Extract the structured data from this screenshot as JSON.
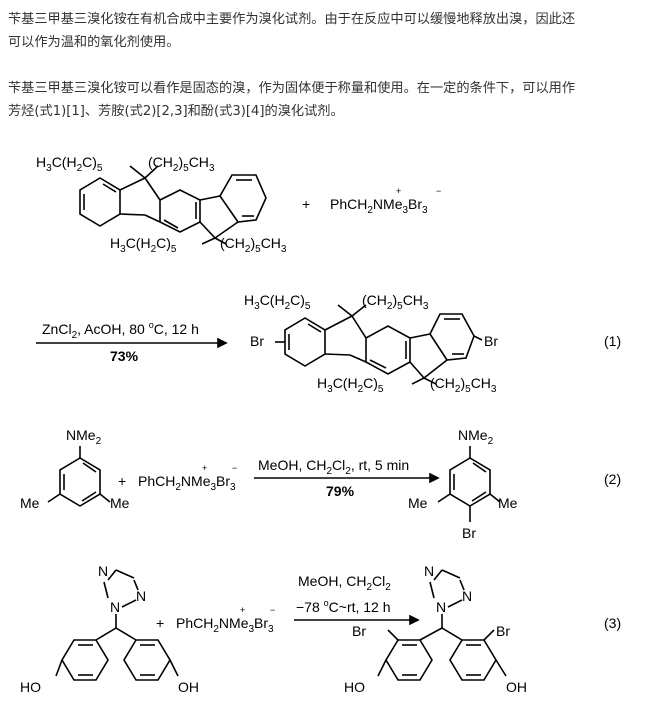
{
  "paragraphs": {
    "p1_line1": "苄基三甲基三溴化铵在有机合成中主要作为溴化试剂。由于在反应中可以缓慢地释放出溴，因此还",
    "p1_line2": "可以作为温和的氧化剂使用。",
    "p2_line1": "苄基三甲基三溴化铵可以看作是固态的溴，作为固体便于称量和使用。在一定的条件下，可以用作",
    "p2_line2": "芳烃(式1)[1]、芳胺(式2)[2,3]和酚(式3)[4]的溴化试剂。"
  },
  "reagent": {
    "text": "PhCH2NMe3Br3"
  },
  "scheme1": {
    "substituent_top_left": "H3C(H2C)5",
    "substituent_top_right": "(CH2)5CH3",
    "substituent_bottom_left": "H3C(H2C)5",
    "substituent_bottom_right": "(CH2)5CH3",
    "plus": "+",
    "conditions": "ZnCl2, AcOH, 80 °C, 12 h",
    "yield": "73%",
    "product_br_left": "Br",
    "product_br_right": "Br",
    "eq_label": "(1)"
  },
  "scheme2": {
    "nme2": "NMe2",
    "me_left": "Me",
    "me_right": "Me",
    "plus": "+",
    "conditions": "MeOH, CH2Cl2, rt, 5 min",
    "yield": "79%",
    "product_nme2": "NMe2",
    "product_me_left": "Me",
    "product_me_right": "Me",
    "product_br": "Br",
    "eq_label": "(2)"
  },
  "scheme3": {
    "n_labels": [
      "N",
      "N",
      "N"
    ],
    "ho": "HO",
    "oh": "OH",
    "plus": "+",
    "conditions_line1": "MeOH, CH2Cl2",
    "conditions_line2": "−78 °C~rt, 12 h",
    "product_br_left": "Br",
    "product_br_right": "Br",
    "product_ho": "HO",
    "product_oh": "OH",
    "eq_label": "(3)"
  }
}
